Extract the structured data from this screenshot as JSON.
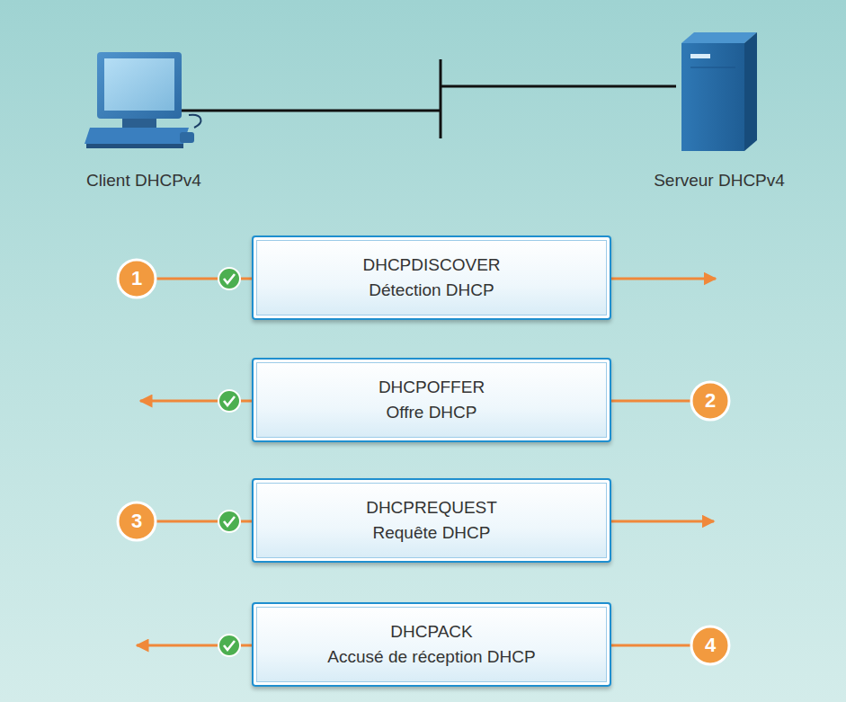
{
  "diagram": {
    "nodes": [
      {
        "text": [
          "DHCPDISCOVER",
          "Détection DHCP"
        ]
      },
      {
        "text": [
          "DHCPOFFER",
          "Offre DHCP"
        ]
      },
      {
        "text": [
          "DHCPREQUEST",
          "Requête DHCP"
        ]
      },
      {
        "text": [
          "DHCPACK",
          "Accusé de réception DHCP"
        ]
      }
    ],
    "labels": [
      "Client DHCPv4",
      "Serveur DHCPv4",
      "1",
      "2",
      "3",
      "4"
    ]
  }
}
